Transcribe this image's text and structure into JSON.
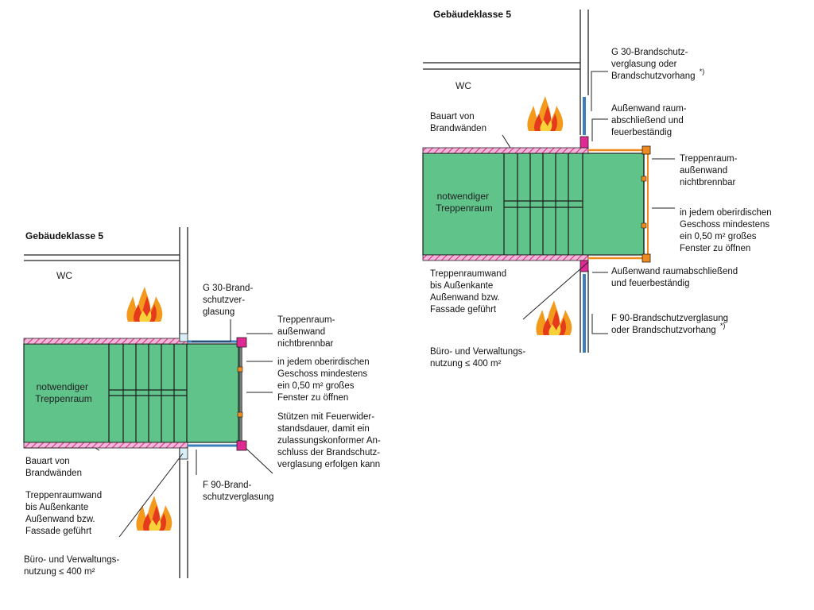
{
  "colors": {
    "stair_fill": "#5fc38a",
    "fire_wall": "#d6338f",
    "hatch": "#f3b7da",
    "pink_square": "#e02a93",
    "orange_square": "#f08a1c",
    "glass_blue": "#3b7fbf",
    "line": "#222222",
    "wall_gray": "#bfbfbf"
  },
  "icons": [
    "flame-icon"
  ],
  "left": {
    "title": "Gebäudeklasse 5",
    "wc": "WC",
    "room": [
      "notwendiger",
      "Treppenraum"
    ],
    "g30": [
      "G 30-Brand-",
      "schutzver-",
      "glasung"
    ],
    "aussenwand": [
      "Treppenraum-",
      "außenwand",
      "nichtbrennbar"
    ],
    "fenster": [
      "in jedem oberirdischen",
      "Geschoss mindestens",
      "ein 0,50 m² großes",
      "Fenster zu öffnen"
    ],
    "stuetzen": [
      "Stützen mit Feuerwider-",
      "standsdauer, damit ein",
      "zulassungskonformer An-",
      "schluss der Brandschutz-",
      "verglasung erfolgen kann"
    ],
    "bauart": [
      "Bauart von",
      "Brandwänden"
    ],
    "treppenraumwand": [
      "Treppenraumwand",
      "bis Außenkante",
      "Außenwand bzw.",
      "Fassade geführt"
    ],
    "f90": [
      "F 90-Brand-",
      "schutzverglasung"
    ],
    "buero": [
      "Büro- und Verwaltungs-",
      "nutzung ≤ 400 m²"
    ]
  },
  "right": {
    "title": "Gebäudeklasse 5",
    "wc": "WC",
    "room": [
      "notwendiger",
      "Treppenraum"
    ],
    "g30": [
      "G 30-Brandschutz-",
      "verglasung oder",
      "Brandschutzvorhang"
    ],
    "g30_mark": "*)",
    "aussen_top": [
      "Außenwand raum-",
      "abschließend und",
      "feuerbeständig"
    ],
    "bauart": [
      "Bauart von",
      "Brandwänden"
    ],
    "aussenwand": [
      "Treppenraum-",
      "außenwand",
      "nichtbrennbar"
    ],
    "fenster": [
      "in jedem oberirdischen",
      "Geschoss mindestens",
      "ein 0,50 m² großes",
      "Fenster zu öffnen"
    ],
    "treppenraumwand": [
      "Treppenraumwand",
      "bis Außenkante",
      "Außenwand bzw.",
      "Fassade geführt"
    ],
    "aussen_bottom": [
      "Außenwand raumabschließend",
      "und feuerbeständig"
    ],
    "f90": [
      "F 90-Brandschutzverglasung",
      "oder Brandschutzvorhang"
    ],
    "f90_mark": "*)",
    "buero": [
      "Büro- und Verwaltungs-",
      "nutzung ≤ 400 m²"
    ]
  }
}
